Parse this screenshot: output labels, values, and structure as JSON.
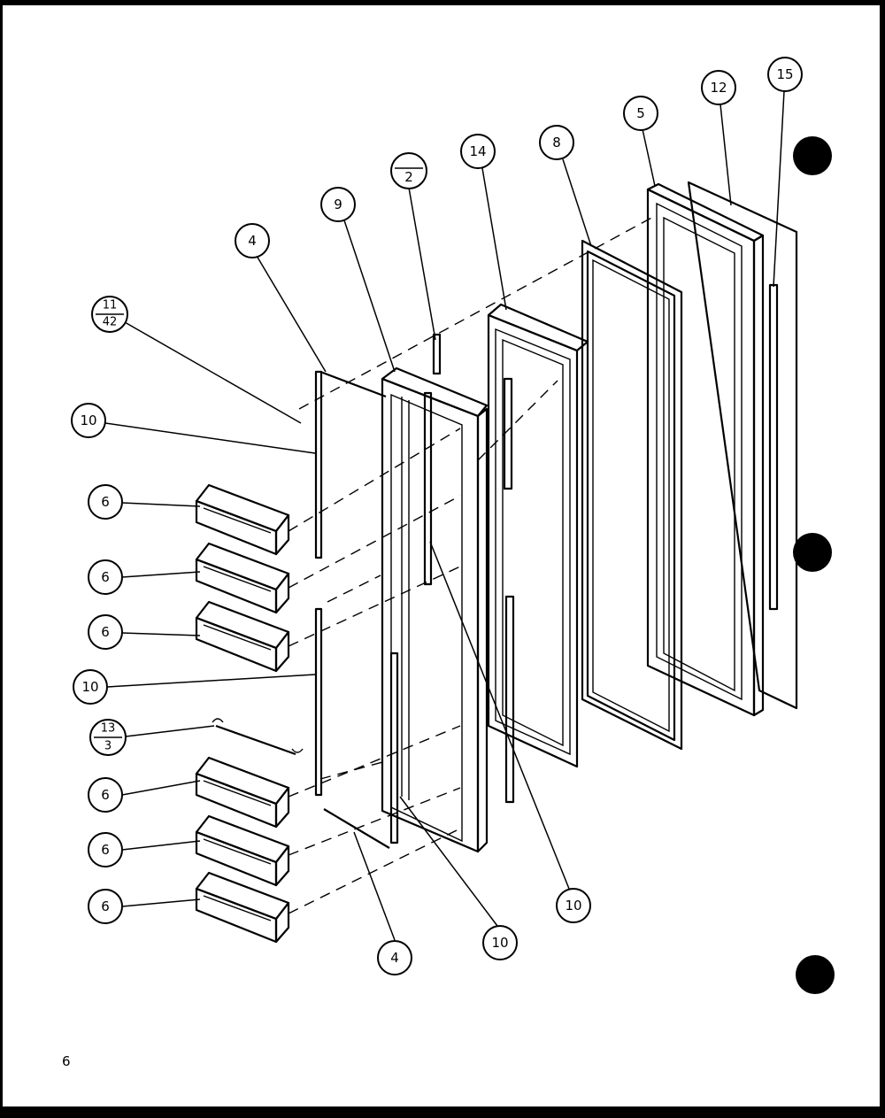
{
  "callouts": {
    "c11_42": {
      "top": "11",
      "bottom": "42"
    },
    "c2": "2",
    "c4_top": "4",
    "c9": "9",
    "c14": "14",
    "c8": "8",
    "c5": "5",
    "c12": "12",
    "c15": "15",
    "c10_a": "10",
    "c6_a": "6",
    "c6_b": "6",
    "c6_c": "6",
    "c10_b": "10",
    "c13_3": {
      "top": "13",
      "bottom": "3"
    },
    "c6_d": "6",
    "c6_e": "6",
    "c6_f": "6",
    "c4_bottom": "4",
    "c10_c": "10",
    "c10_d": "10"
  },
  "page_number": "6"
}
